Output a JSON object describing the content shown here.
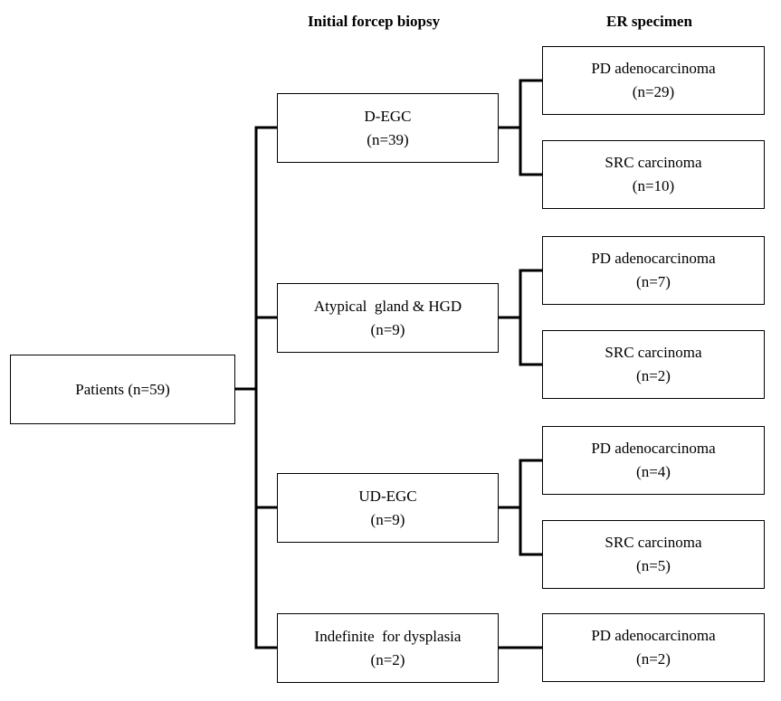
{
  "headers": {
    "biopsy": "Initial forcep biopsy",
    "er": "ER specimen"
  },
  "root": {
    "label": "Patients (n=59)"
  },
  "biopsy": [
    {
      "name": "D-EGC",
      "count": "(n=39)"
    },
    {
      "name": "Atypical  gland & HGD",
      "count": "(n=9)"
    },
    {
      "name": "UD-EGC",
      "count": "(n=9)"
    },
    {
      "name": "Indefinite  for dysplasia",
      "count": "(n=2)"
    }
  ],
  "er": [
    {
      "name": "PD adenocarcinoma",
      "count": "(n=29)"
    },
    {
      "name": "SRC carcinoma",
      "count": "(n=10)"
    },
    {
      "name": "PD adenocarcinoma",
      "count": "(n=7)"
    },
    {
      "name": "SRC carcinoma",
      "count": "(n=2)"
    },
    {
      "name": "PD adenocarcinoma",
      "count": "(n=4)"
    },
    {
      "name": "SRC carcinoma",
      "count": "(n=5)"
    },
    {
      "name": "PD adenocarcinoma",
      "count": "(n=2)"
    }
  ]
}
